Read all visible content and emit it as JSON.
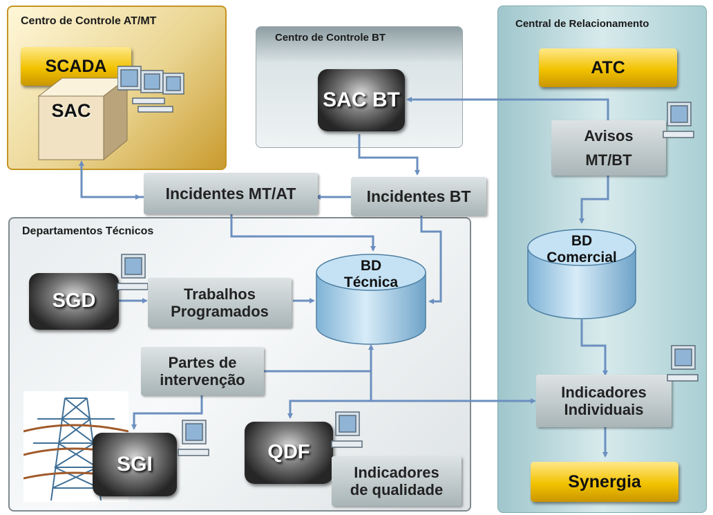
{
  "regions": {
    "at_mt": "Centro de Controle AT/MT",
    "bt": "Centro de Controle BT",
    "relacionamento": "Central de Relacionamento",
    "tecnicos": "Departamentos Técnicos"
  },
  "boxes": {
    "scada": "SCADA",
    "sac": "SAC",
    "sac_bt": "SAC BT",
    "atc": "ATC",
    "avisos_1": "Avisos",
    "avisos_2": "MT/BT",
    "incidentes_mt_at": "Incidentes MT/AT",
    "incidentes_bt": "Incidentes BT",
    "sgd": "SGD",
    "trabalhos_1": "Trabalhos",
    "trabalhos_2": "Programados",
    "partes_1": "Partes de",
    "partes_2": "intervenção",
    "sgi": "SGI",
    "qdf": "QDF",
    "indicadores_qual_1": "Indicadores",
    "indicadores_qual_2": "de qualidade",
    "indicadores_ind_1": "Indicadores",
    "indicadores_ind_2": "Individuais",
    "synergia": "Synergia"
  },
  "databases": {
    "tecnica_1": "BD",
    "tecnica_2": "Técnica",
    "comercial_1": "BD",
    "comercial_2": "Comercial"
  },
  "colors": {
    "connector": "#6b8fbf",
    "gold": "#f2c200",
    "cylinder": "#a8cfe8"
  },
  "icons": [
    "computer-icon",
    "power-tower-icon"
  ]
}
